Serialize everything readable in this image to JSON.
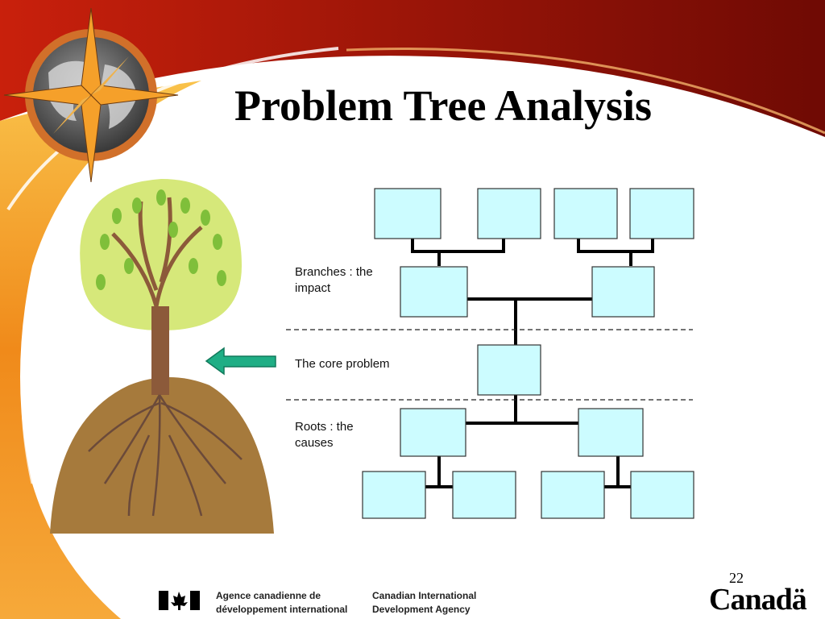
{
  "slide": {
    "title": "Problem Tree Analysis",
    "page_number": "22"
  },
  "diagram": {
    "label_branches": "Branches : the impact",
    "label_core": "The core problem",
    "label_roots": "Roots : the causes"
  },
  "footer": {
    "agency_fr_line1": "Agence canadienne de",
    "agency_fr_line2": "développement international",
    "agency_en_line1": "Canadian International",
    "agency_en_line2": "Development Agency",
    "wordmark": "Canadä"
  },
  "colors": {
    "frame_dark_red": "#7a0d06",
    "frame_orange": "#f08a1a",
    "box_fill": "#ccfcff",
    "canopy": "#d6e87a",
    "soil": "#a67a3c",
    "arrow": "#1fae85"
  }
}
